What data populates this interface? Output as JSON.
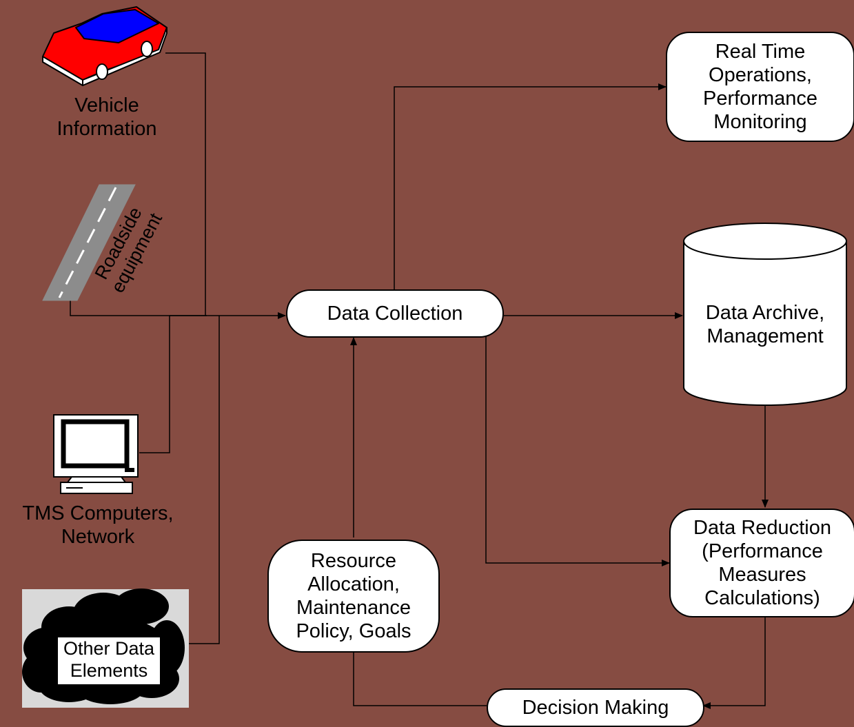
{
  "sources": {
    "vehicle": "Vehicle\nInformation",
    "roadside": "Roadside\nequipment",
    "tms": "TMS Computers,\nNetwork",
    "other": "Other Data\nElements"
  },
  "nodes": {
    "data_collection": "Data Collection",
    "real_time": "Real Time\nOperations,\nPerformance\nMonitoring",
    "archive": "Data Archive,\nManagement",
    "reduction": "Data Reduction\n(Performance\nMeasures\nCalculations)",
    "decision": "Decision Making",
    "resource": "Resource\nAllocation,\nMaintenance\nPolicy, Goals"
  },
  "colors": {
    "background": "#864C42",
    "car_body": "#FF0000",
    "car_glass": "#0000FF",
    "road": "#8C8C8C",
    "node_fill": "#FFFFFF"
  }
}
